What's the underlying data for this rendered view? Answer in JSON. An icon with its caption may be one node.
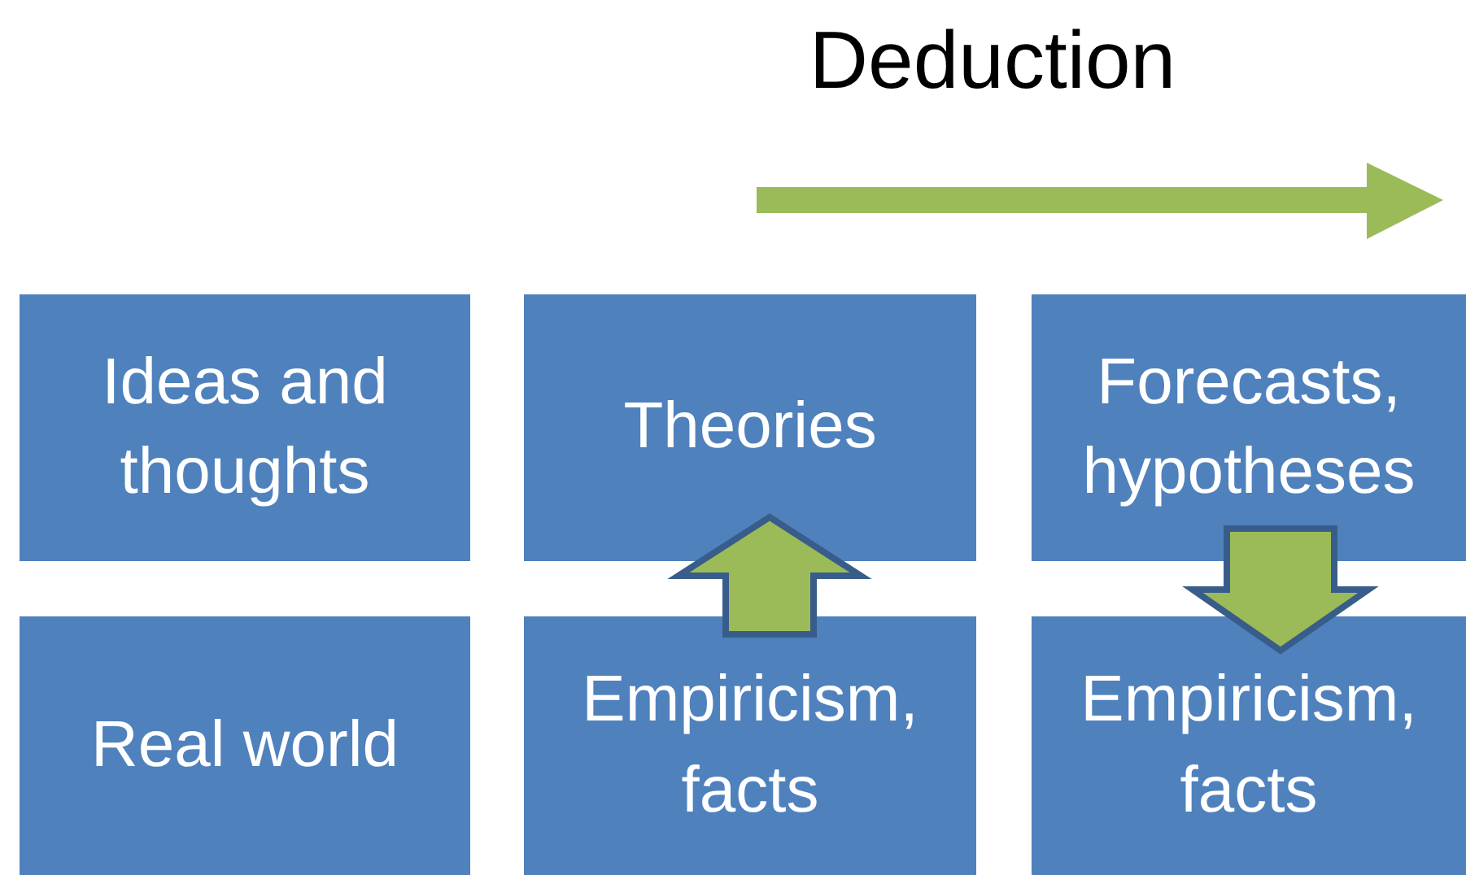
{
  "diagram": {
    "nodes": [
      {
        "text": [
          "Ideas and thoughts"
        ]
      },
      {
        "text": [
          "Theories"
        ]
      },
      {
        "text": [
          "Forecasts, hypotheses"
        ]
      },
      {
        "text": [
          "Real world"
        ]
      },
      {
        "text": [
          "Empiricism, facts"
        ]
      },
      {
        "text": [
          "Empiricism, facts"
        ]
      }
    ],
    "edges": [
      {
        "from": 4,
        "to": 1,
        "arrow": "to"
      },
      {
        "from": 2,
        "to": 5,
        "arrow": "to"
      }
    ],
    "labels": [
      "Deduction"
    ]
  }
}
